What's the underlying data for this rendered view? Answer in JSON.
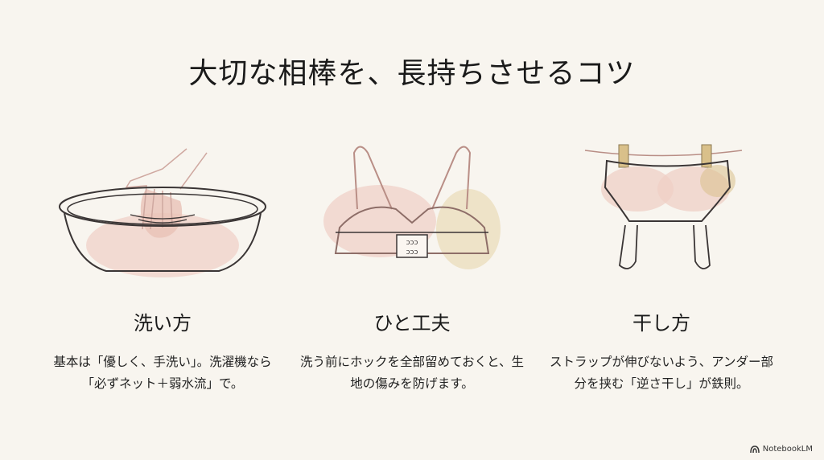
{
  "slide": {
    "title": "大切な相棒を、長持ちさせるコツ",
    "colors": {
      "background": "#f8f5ef",
      "accent_pink": "#e8b9ae",
      "line": "#3a3535",
      "accent_beige": "#d9c08a"
    },
    "columns": [
      {
        "icon": "hand-washing-basin-icon",
        "heading": "洗い方",
        "body": "基本は「優しく、手洗い」。洗濯機なら「必ずネット＋弱水流」で。"
      },
      {
        "icon": "bra-hooks-fastened-icon",
        "heading": "ひと工夫",
        "body": "洗う前にホックを全部留めておくと、生地の傷みを防げます。"
      },
      {
        "icon": "bra-hanging-upside-down-icon",
        "heading": "干し方",
        "body": "ストラップが伸びないよう、アンダー部分を挟む「逆さ干し」が鉄則。"
      }
    ]
  },
  "footer": {
    "brand": "NotebookLM",
    "brand_icon": "notebooklm-logo-icon"
  }
}
